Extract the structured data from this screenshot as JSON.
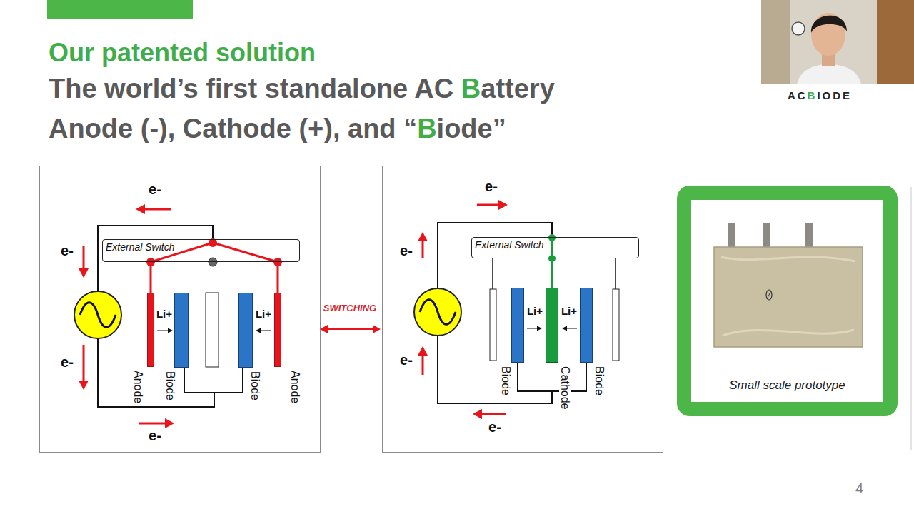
{
  "diagram": {
    "title": "Our patented solution",
    "nodes": [
      {
        "text": [
          "External Switch"
        ]
      },
      {
        "text": [
          "Anode"
        ]
      },
      {
        "text": [
          "Biode"
        ]
      },
      {
        "text": [
          "Biode"
        ]
      },
      {
        "text": [
          "Anode"
        ]
      },
      {
        "text": [
          "External Switch"
        ]
      },
      {
        "text": [
          "Biode"
        ]
      },
      {
        "text": [
          "Cathode"
        ]
      },
      {
        "text": [
          "Biode"
        ]
      },
      {
        "text": [
          "Small scale prototype"
        ]
      }
    ],
    "edges": [
      {
        "from": 0,
        "to": 1,
        "arrow": "none"
      },
      {
        "from": 0,
        "to": 4,
        "arrow": "none"
      },
      {
        "from": 2,
        "to": 3,
        "arrow": "none"
      },
      {
        "from": 5,
        "to": 7,
        "arrow": "none"
      },
      {
        "from": 6,
        "to": 8,
        "arrow": "none"
      }
    ],
    "labels": [
      "The world’s first standalone AC Battery",
      "Anode (-), Cathode (+), and “Biode”",
      "ACBIODE",
      "e-",
      "e-",
      "e-",
      "e-",
      "Li+",
      "Li+",
      "SWITCHING",
      "e-",
      "e-",
      "e-",
      "e-",
      "Li+",
      "Li+",
      "4"
    ]
  }
}
